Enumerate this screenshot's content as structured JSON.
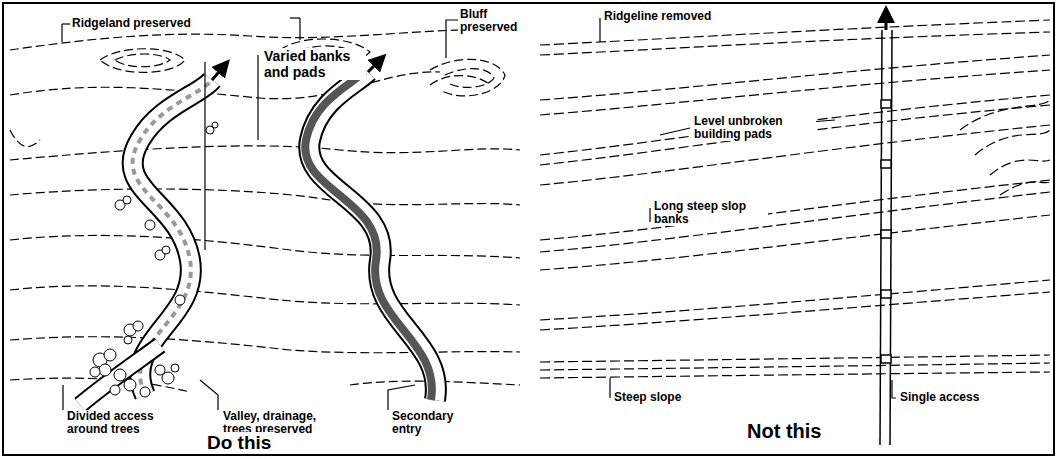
{
  "diagram": {
    "labels": [
      "Ridgeland preserved",
      "Bluff preserved",
      "Varied banks and pads",
      "Divided access around trees",
      "Valley, drainage, trees preserved",
      "Secondary entry",
      "Do this",
      "Ridgeline removed",
      "Level unbroken building pads",
      "Long steep slop banks",
      "Steep slope",
      "Single access",
      "Not this"
    ]
  }
}
